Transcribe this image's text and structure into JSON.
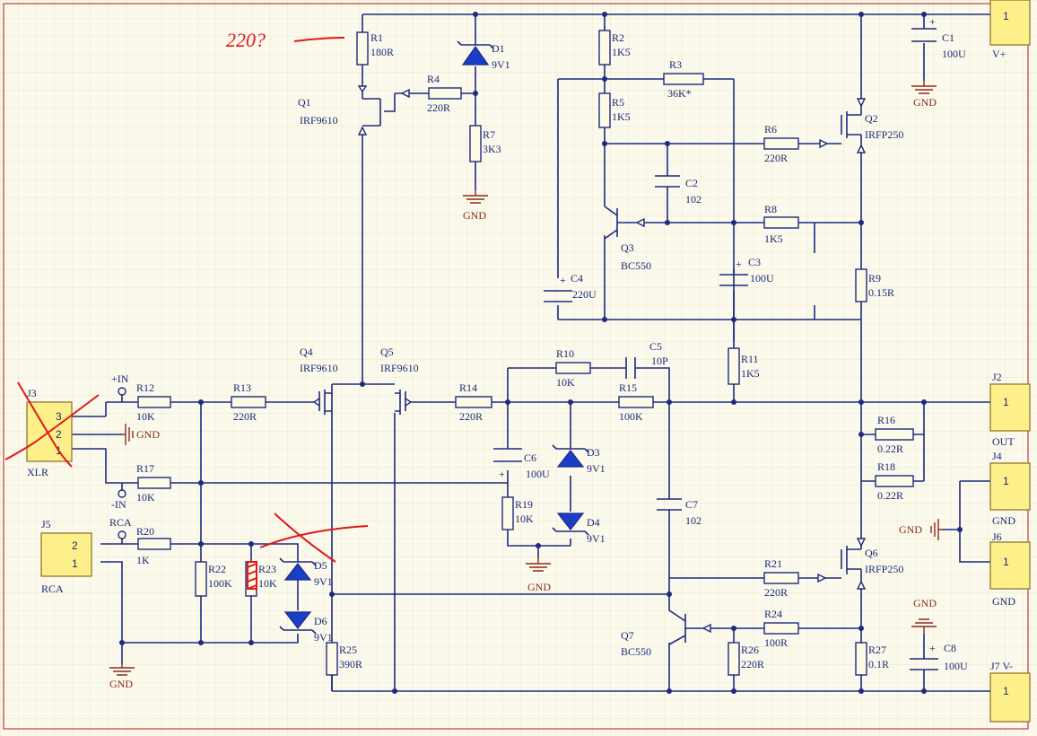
{
  "components": {
    "R1": {
      "ref": "R1",
      "value": "180R"
    },
    "R2": {
      "ref": "R2",
      "value": "1K5"
    },
    "R3": {
      "ref": "R3",
      "value": "36K*"
    },
    "R4": {
      "ref": "R4",
      "value": "220R"
    },
    "R5": {
      "ref": "R5",
      "value": "1K5"
    },
    "R6": {
      "ref": "R6",
      "value": "220R"
    },
    "R7": {
      "ref": "R7",
      "value": "3K3"
    },
    "R8": {
      "ref": "R8",
      "value": "1K5"
    },
    "R9": {
      "ref": "R9",
      "value": "0.15R"
    },
    "R10": {
      "ref": "R10",
      "value": "10K"
    },
    "R11": {
      "ref": "R11",
      "value": "1K5"
    },
    "R12": {
      "ref": "R12",
      "value": "10K"
    },
    "R13": {
      "ref": "R13",
      "value": "220R"
    },
    "R14": {
      "ref": "R14",
      "value": "220R"
    },
    "R15": {
      "ref": "R15",
      "value": "100K"
    },
    "R16": {
      "ref": "R16",
      "value": "0.22R"
    },
    "R17": {
      "ref": "R17",
      "value": "10K"
    },
    "R18": {
      "ref": "R18",
      "value": "0.22R"
    },
    "R19": {
      "ref": "R19",
      "value": "10K"
    },
    "R20": {
      "ref": "R20",
      "value": "1K"
    },
    "R21": {
      "ref": "R21",
      "value": "220R"
    },
    "R22": {
      "ref": "R22",
      "value": "100K"
    },
    "R23": {
      "ref": "R23",
      "value": "10K"
    },
    "R24": {
      "ref": "R24",
      "value": "100R"
    },
    "R25": {
      "ref": "R25",
      "value": "390R"
    },
    "R26": {
      "ref": "R26",
      "value": "220R"
    },
    "R27": {
      "ref": "R27",
      "value": "0.1R"
    },
    "C1": {
      "ref": "C1",
      "value": "100U"
    },
    "C2": {
      "ref": "C2",
      "value": "102"
    },
    "C3": {
      "ref": "C3",
      "value": "100U"
    },
    "C4": {
      "ref": "C4",
      "value": "220U"
    },
    "C5": {
      "ref": "C5",
      "value": "10P"
    },
    "C6": {
      "ref": "C6",
      "value": "100U"
    },
    "C7": {
      "ref": "C7",
      "value": "102"
    },
    "C8": {
      "ref": "C8",
      "value": "100U"
    },
    "D1": {
      "ref": "D1",
      "value": "9V1"
    },
    "D3": {
      "ref": "D3",
      "value": "9V1"
    },
    "D4": {
      "ref": "D4",
      "value": "9V1"
    },
    "D5": {
      "ref": "D5",
      "value": "9V1"
    },
    "D6": {
      "ref": "D6",
      "value": "9V1"
    },
    "Q1": {
      "ref": "Q1",
      "value": "IRF9610"
    },
    "Q2": {
      "ref": "Q2",
      "value": "IRFP250"
    },
    "Q3": {
      "ref": "Q3",
      "value": "BC550"
    },
    "Q4": {
      "ref": "Q4",
      "value": "IRF9610"
    },
    "Q5": {
      "ref": "Q5",
      "value": "IRF9610"
    },
    "Q6": {
      "ref": "Q6",
      "value": "IRFP250"
    },
    "Q7": {
      "ref": "Q7",
      "value": "BC550"
    }
  },
  "connectors": {
    "J2": {
      "ref": "J2",
      "name": "OUT",
      "pin": "1"
    },
    "J3": {
      "ref": "J3",
      "name": "XLR",
      "pins": [
        "3",
        "2",
        "1"
      ]
    },
    "J4": {
      "ref": "J4",
      "name": "GND",
      "pin": "1"
    },
    "J5": {
      "ref": "J5",
      "name": "RCA",
      "pins": [
        "2",
        "1"
      ]
    },
    "J6": {
      "ref": "J6",
      "name": "GND",
      "pin": "1"
    },
    "J7": {
      "ref": "J7 V-",
      "pin": "1"
    },
    "J1": {
      "name": "V+",
      "pin": "1"
    }
  },
  "net_labels": {
    "pos_in": "+IN",
    "neg_in": "-IN",
    "rca_in": "RCA",
    "gnd": "GND"
  },
  "annotation": {
    "handwritten": "220?"
  }
}
